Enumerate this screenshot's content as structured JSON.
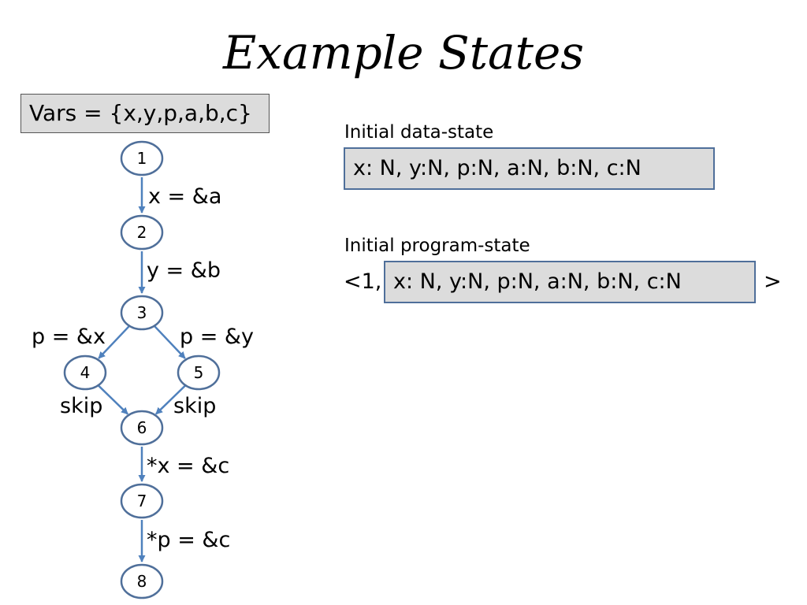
{
  "slide": {
    "title": "Example States",
    "vars_box": "Vars = {x,y,p,a,b,c}",
    "initial_data_state_label": "Initial data-state",
    "initial_data_state_value": "x: N, y:N, p:N, a:N, b:N, c:N",
    "initial_program_state_label": "Initial program-state",
    "program_state_prefix": "<1,",
    "initial_program_state_value": "x: N, y:N, p:N, a:N, b:N, c:N",
    "program_state_suffix": ">"
  },
  "graph": {
    "nodes": [
      {
        "id": "1",
        "label": "1"
      },
      {
        "id": "2",
        "label": "2"
      },
      {
        "id": "3",
        "label": "3"
      },
      {
        "id": "4",
        "label": "4"
      },
      {
        "id": "5",
        "label": "5"
      },
      {
        "id": "6",
        "label": "6"
      },
      {
        "id": "7",
        "label": "7"
      },
      {
        "id": "8",
        "label": "8"
      }
    ],
    "edges": [
      {
        "from": "1",
        "to": "2",
        "label": "x = &a"
      },
      {
        "from": "2",
        "to": "3",
        "label": "y = &b"
      },
      {
        "from": "3",
        "to": "4",
        "label": "p = &x"
      },
      {
        "from": "3",
        "to": "5",
        "label": "p = &y"
      },
      {
        "from": "4",
        "to": "6",
        "label": "skip"
      },
      {
        "from": "5",
        "to": "6",
        "label": "skip"
      },
      {
        "from": "6",
        "to": "7",
        "label": "*x = &c"
      },
      {
        "from": "7",
        "to": "8",
        "label": "*p = &c"
      }
    ]
  },
  "colors": {
    "node_stroke": "#4f6f9a",
    "edge": "#4f81bd",
    "box_fill": "#dcdcdc"
  }
}
